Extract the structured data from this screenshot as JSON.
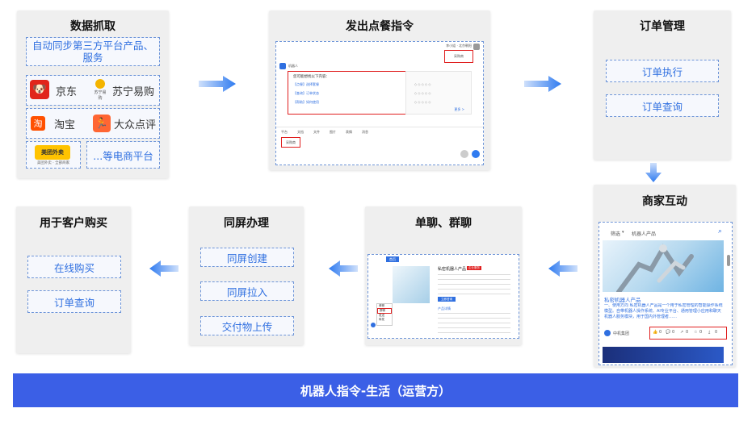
{
  "cards": {
    "data_fetch": {
      "title": "数据抓取",
      "desc": "自动同步第三方平台产品、服务",
      "platforms": [
        "京东",
        "苏宁易购",
        "淘宝",
        "大众点评",
        "美团外卖",
        "...等电商平台"
      ],
      "suning_sub": "苏宁易购",
      "meituan_sub": "美团外卖 · 全部商家",
      "colors": {
        "jd": "#e1251b",
        "taobao": "#ff5000",
        "dianping": "#ff6633",
        "meituan": "#ffc300",
        "suning": "#f4b400"
      }
    },
    "send_order": {
      "title": "发出点餐指令",
      "mock": {
        "header_right": "李小姐 · 北京朝阳",
        "bubble_right": "采购商",
        "bot_label": "机器人",
        "prompt": "您可能想找以下内容：",
        "options": [
          "【点餐】选择套餐",
          "【查询】订单状态",
          "【帮助】如何使用"
        ],
        "more": "更多 >",
        "toolbar": [
          "平台",
          "文档",
          "文件",
          "图片",
          "表情",
          "消息"
        ],
        "input_tag": "采购商"
      }
    },
    "order_manage": {
      "title": "订单管理",
      "items": [
        "订单执行",
        "订单查询"
      ]
    },
    "merchant": {
      "title": "商家互动",
      "filter": "筛选",
      "search": "机器人产品",
      "product_title": "私密机器人产品",
      "product_desc": "一、使用方向 私密机器人产品是一个用于私密管理的智能操作系统模型。自带机器人操作系统、AI专业平台、通用管理小应用和聊天机器人服务模块，用于国内外管理者……",
      "author": "中机集团",
      "stats": [
        "0",
        "0",
        "0",
        "0",
        "0"
      ]
    },
    "chat": {
      "title": "单聊、群聊",
      "mock": {
        "tab": "首页",
        "product_name": "私密机器人产品",
        "tag": "企业服务",
        "btn": "立即咨询",
        "section": "产品详情",
        "menu": [
          "单聊",
          "群聊",
          "发送",
          "转发"
        ]
      }
    },
    "same_screen": {
      "title": "同屏办理",
      "items": [
        "同屏创建",
        "同屏拉入",
        "交付物上传"
      ]
    },
    "customer": {
      "title": "用于客户购买",
      "items": [
        "在线购买",
        "订单查询"
      ]
    }
  },
  "footer": "机器人指令-生活（运营方）",
  "colors": {
    "accent": "#3b5fe6",
    "dashed": "#6e95d8",
    "text_blue": "#2f6fe0",
    "highlight": "#e02020"
  }
}
